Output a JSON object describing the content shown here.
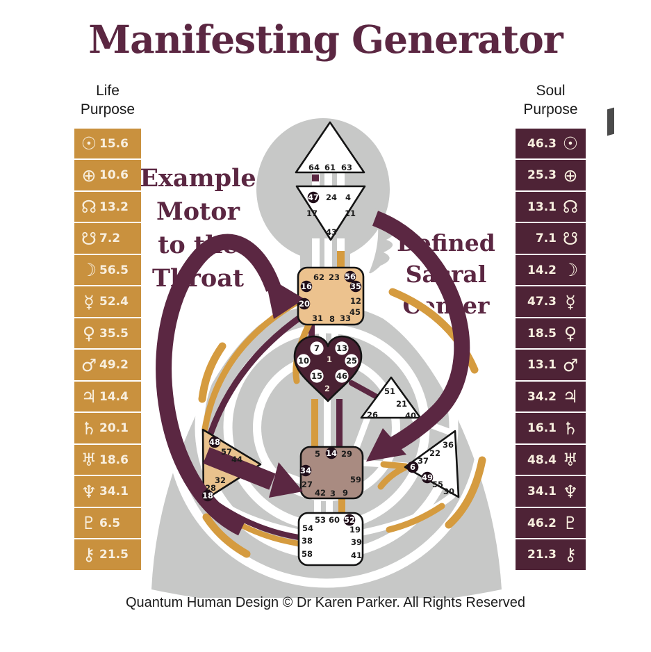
{
  "title": "Manifesting Generator",
  "footer": "Quantum Human Design © Dr Karen Parker. All Rights Reserved",
  "annotation_left": {
    "lines": [
      "Example",
      "Motor",
      "to the",
      "Throat"
    ]
  },
  "annotation_right": {
    "lines": [
      "Defined",
      "Sacral",
      "Center"
    ]
  },
  "colors": {
    "accent_maroon": "#5b2742",
    "gold": "#c9913e",
    "dark_maroon_box": "#4e2336",
    "throat_tan": "#ecc28e",
    "sacral_mauve": "#a98b81",
    "silhouette_gray": "#c7c8c7",
    "channel_gold": "#d59b3f"
  },
  "life_purpose": {
    "header_lines": [
      "Life",
      "Purpose"
    ],
    "rows": [
      {
        "planet": "sun",
        "glyph": "☉",
        "value": "15.6"
      },
      {
        "planet": "earth",
        "glyph": "⊕",
        "value": "10.6"
      },
      {
        "planet": "north-node",
        "glyph": "☊",
        "value": "13.2"
      },
      {
        "planet": "south-node",
        "glyph": "☋",
        "value": "7.2"
      },
      {
        "planet": "moon",
        "glyph": "☽",
        "value": "56.5"
      },
      {
        "planet": "mercury",
        "glyph": "☿",
        "value": "52.4"
      },
      {
        "planet": "venus",
        "glyph": "♀",
        "value": "35.5"
      },
      {
        "planet": "mars",
        "glyph": "♂",
        "value": "49.2"
      },
      {
        "planet": "jupiter",
        "glyph": "♃",
        "value": "14.4"
      },
      {
        "planet": "saturn",
        "glyph": "♄",
        "value": "20.1"
      },
      {
        "planet": "uranus",
        "glyph": "♅",
        "value": "18.6"
      },
      {
        "planet": "neptune",
        "glyph": "♆",
        "value": "34.1"
      },
      {
        "planet": "pluto",
        "glyph": "♇",
        "value": "6.5"
      },
      {
        "planet": "chiron",
        "glyph": "⚷",
        "value": "21.5"
      }
    ]
  },
  "soul_purpose": {
    "header_lines": [
      "Soul",
      "Purpose"
    ],
    "rows": [
      {
        "planet": "sun",
        "glyph": "☉",
        "value": "46.3"
      },
      {
        "planet": "earth",
        "glyph": "⊕",
        "value": "25.3"
      },
      {
        "planet": "north-node",
        "glyph": "☊",
        "value": "13.1"
      },
      {
        "planet": "south-node",
        "glyph": "☋",
        "value": "7.1"
      },
      {
        "planet": "moon",
        "glyph": "☽",
        "value": "14.2"
      },
      {
        "planet": "mercury",
        "glyph": "☿",
        "value": "47.3"
      },
      {
        "planet": "venus",
        "glyph": "♀",
        "value": "18.5"
      },
      {
        "planet": "mars",
        "glyph": "♂",
        "value": "13.1"
      },
      {
        "planet": "jupiter",
        "glyph": "♃",
        "value": "34.2"
      },
      {
        "planet": "saturn",
        "glyph": "♄",
        "value": "16.1"
      },
      {
        "planet": "uranus",
        "glyph": "♅",
        "value": "48.4"
      },
      {
        "planet": "neptune",
        "glyph": "♆",
        "value": "34.1"
      },
      {
        "planet": "pluto",
        "glyph": "♇",
        "value": "46.2"
      },
      {
        "planet": "chiron",
        "glyph": "⚷",
        "value": "21.3"
      }
    ]
  },
  "bodygraph": {
    "head": {
      "gates": [
        {
          "num": "64"
        },
        {
          "num": "61"
        },
        {
          "num": "63"
        }
      ]
    },
    "ajna": {
      "gates": [
        {
          "num": "47",
          "activated": true
        },
        {
          "num": "24"
        },
        {
          "num": "4"
        },
        {
          "num": "17"
        },
        {
          "num": "11"
        },
        {
          "num": "43"
        }
      ]
    },
    "throat": {
      "gates": [
        {
          "num": "62"
        },
        {
          "num": "23"
        },
        {
          "num": "56",
          "activated": true
        },
        {
          "num": "16",
          "activated": true
        },
        {
          "num": "20",
          "activated": true
        },
        {
          "num": "35",
          "activated": true
        },
        {
          "num": "12"
        },
        {
          "num": "45"
        },
        {
          "num": "31"
        },
        {
          "num": "8"
        },
        {
          "num": "33"
        }
      ]
    },
    "g_center": {
      "gates": [
        {
          "num": "7"
        },
        {
          "num": "13"
        },
        {
          "num": "10"
        },
        {
          "num": "25"
        },
        {
          "num": "15"
        },
        {
          "num": "46"
        },
        {
          "num": "1"
        },
        {
          "num": "2"
        }
      ]
    },
    "will": {
      "gates": [
        {
          "num": "51"
        },
        {
          "num": "21"
        },
        {
          "num": "26"
        },
        {
          "num": "40"
        }
      ]
    },
    "spleen": {
      "gates": [
        {
          "num": "48",
          "activated": true
        },
        {
          "num": "57"
        },
        {
          "num": "44"
        },
        {
          "num": "32"
        },
        {
          "num": "28"
        },
        {
          "num": "18",
          "activated": true
        }
      ]
    },
    "sacral": {
      "gates": [
        {
          "num": "5"
        },
        {
          "num": "14",
          "activated": true
        },
        {
          "num": "29"
        },
        {
          "num": "34",
          "activated": true
        },
        {
          "num": "27"
        },
        {
          "num": "59"
        },
        {
          "num": "42"
        },
        {
          "num": "3"
        },
        {
          "num": "9"
        }
      ]
    },
    "solar_plexus": {
      "gates": [
        {
          "num": "36"
        },
        {
          "num": "22"
        },
        {
          "num": "37"
        },
        {
          "num": "6",
          "activated": true
        },
        {
          "num": "49",
          "activated": true
        },
        {
          "num": "55"
        },
        {
          "num": "30"
        }
      ]
    },
    "root": {
      "gates": [
        {
          "num": "53"
        },
        {
          "num": "60"
        },
        {
          "num": "52",
          "activated": true
        },
        {
          "num": "54"
        },
        {
          "num": "38"
        },
        {
          "num": "58"
        },
        {
          "num": "19"
        },
        {
          "num": "39"
        },
        {
          "num": "41"
        }
      ]
    }
  }
}
